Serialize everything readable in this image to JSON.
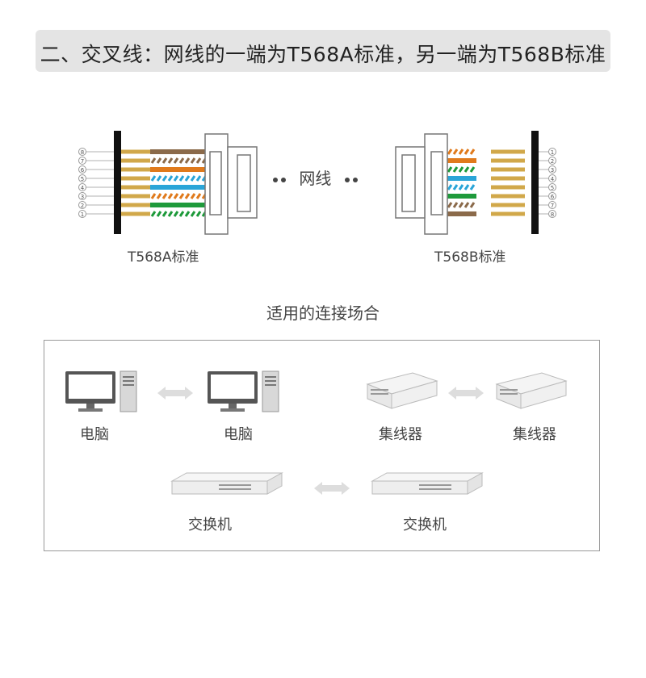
{
  "banner": {
    "title": "二、交叉线：网线的一端为T568A标准，另一端为T568B标准"
  },
  "diagram": {
    "left_connector": {
      "label": "T568A标准",
      "pins": [
        "8",
        "7",
        "6",
        "5",
        "4",
        "3",
        "2",
        "1"
      ],
      "wires": [
        {
          "pin": "8",
          "color": "#8b6a4a",
          "striped": false
        },
        {
          "pin": "7",
          "color": "#8b6a4a",
          "striped": true
        },
        {
          "pin": "6",
          "color": "#e07a1c",
          "striped": false
        },
        {
          "pin": "5",
          "color": "#2aa5d8",
          "striped": true
        },
        {
          "pin": "4",
          "color": "#2aa5d8",
          "striped": false
        },
        {
          "pin": "3",
          "color": "#e07a1c",
          "striped": true
        },
        {
          "pin": "2",
          "color": "#1e9a3b",
          "striped": false
        },
        {
          "pin": "1",
          "color": "#1e9a3b",
          "striped": true
        }
      ]
    },
    "cable_label": "网线",
    "right_connector": {
      "label": "T568B标准",
      "pins": [
        "1",
        "2",
        "3",
        "4",
        "5",
        "6",
        "7",
        "8"
      ],
      "wires": [
        {
          "pin": "1",
          "color": "#e07a1c",
          "striped": true
        },
        {
          "pin": "2",
          "color": "#e07a1c",
          "striped": false
        },
        {
          "pin": "3",
          "color": "#1e9a3b",
          "striped": true
        },
        {
          "pin": "4",
          "color": "#2aa5d8",
          "striped": false
        },
        {
          "pin": "5",
          "color": "#2aa5d8",
          "striped": true
        },
        {
          "pin": "6",
          "color": "#1e9a3b",
          "striped": false
        },
        {
          "pin": "7",
          "color": "#8b6a4a",
          "striped": true
        },
        {
          "pin": "8",
          "color": "#8b6a4a",
          "striped": false
        }
      ]
    }
  },
  "scenarios": {
    "title": "适用的连接场合",
    "pairs": [
      {
        "left": "电脑",
        "right": "电脑",
        "device": "computer-icon"
      },
      {
        "left": "集线器",
        "right": "集线器",
        "device": "hub-icon"
      },
      {
        "left": "交换机",
        "right": "交换机",
        "device": "switch-icon"
      }
    ]
  }
}
